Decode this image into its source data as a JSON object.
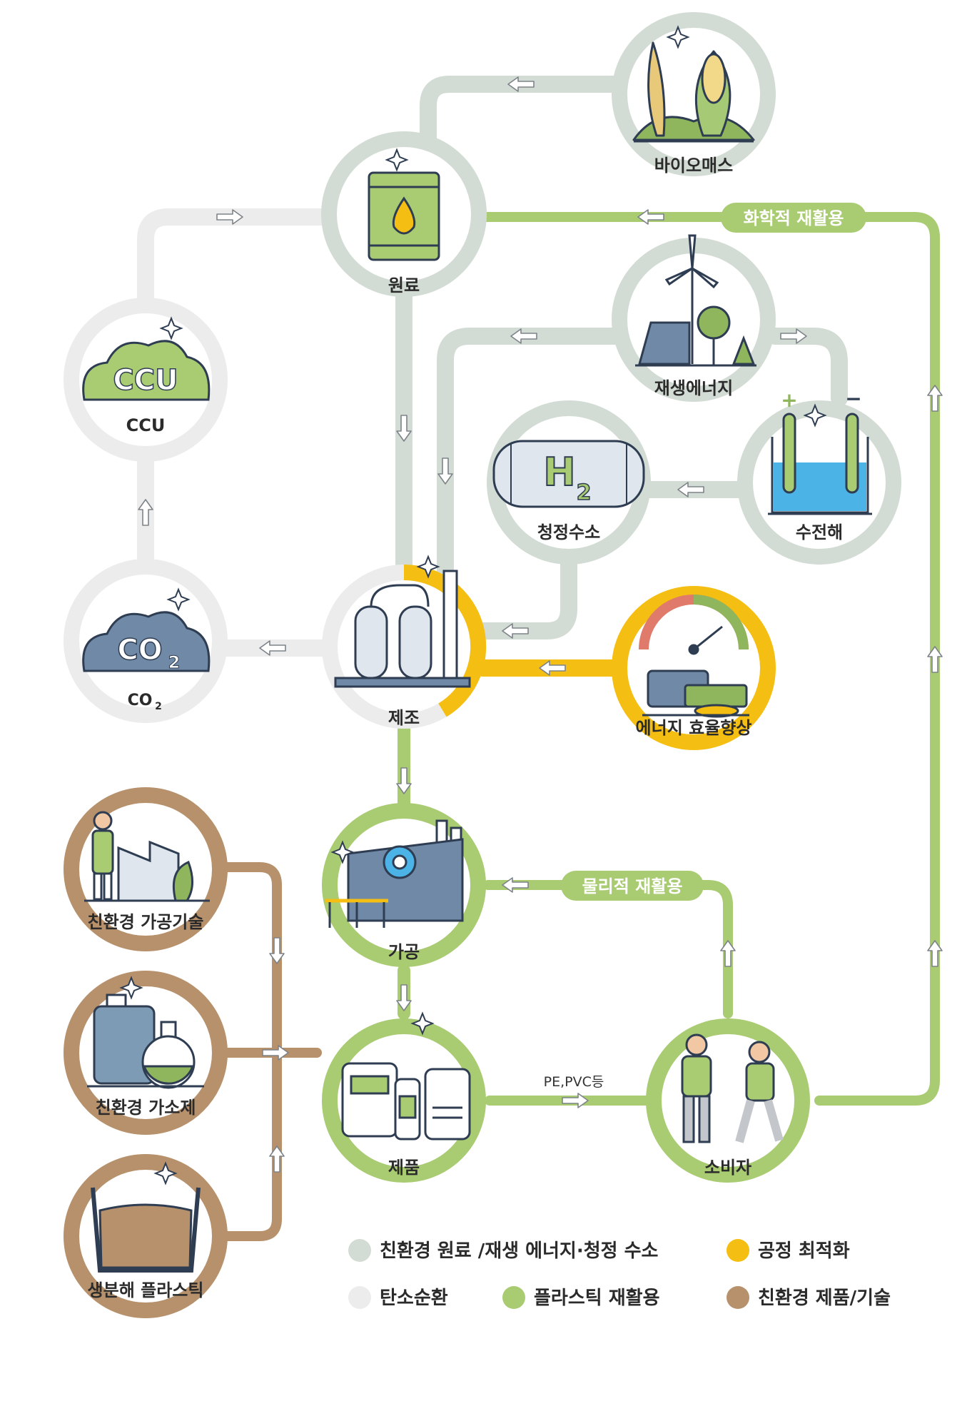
{
  "colors": {
    "eco_raw": "#d2dcd4",
    "carbon": "#ececec",
    "process": "#f5be12",
    "plastic": "#a9cb72",
    "product": "#b7916b",
    "outline": "#2f3d52",
    "green_fill": "#8fb65c",
    "blue_fill": "#6f89a6"
  },
  "nodes": {
    "biomass": "바이오매스",
    "raw": "원료",
    "ccu_label": "CCU",
    "ccu_icon_text": "CCU",
    "renewable": "재생에너지",
    "electrolysis": "수전해",
    "hydrogen": "청정수소",
    "h2_main": "H",
    "h2_sub": "2",
    "co2_label_main": "CO",
    "co2_label_sub": "2",
    "co2_icon_main": "CO",
    "co2_icon_sub": "2",
    "manufacture": "제조",
    "efficiency": "에너지 효율향상",
    "processing": "가공",
    "eco_processing": "친환경 가공기술",
    "eco_plasticizer": "친환경 가소제",
    "biodegradable": "생분해 플라스틱",
    "product": "제품",
    "consumer": "소비자"
  },
  "flows": {
    "chemical_recycling": "화학적 재활용",
    "physical_recycling": "물리적 재활용",
    "pe_pvc": "PE,PVC등"
  },
  "legend": [
    {
      "label": "친환경 원료 /재생 에너지·청정 수소",
      "color": "#d2dcd4"
    },
    {
      "label": "공정 최적화",
      "color": "#f5be12"
    },
    {
      "label": "탄소순환",
      "color": "#ececec"
    },
    {
      "label": "플라스틱 재활용",
      "color": "#a9cb72"
    },
    {
      "label": "친환경 제품/기술",
      "color": "#b7916b"
    }
  ]
}
